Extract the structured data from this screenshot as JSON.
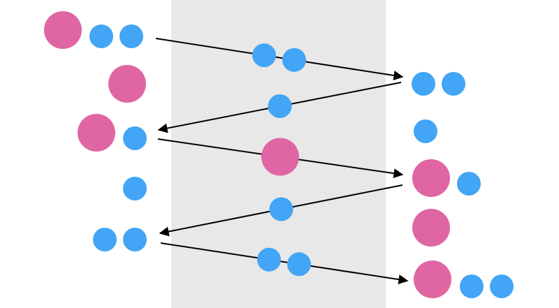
{
  "colors": {
    "background": "#ffffff",
    "middle_band": "#e8e8e8",
    "pink_ball": "#e066a3",
    "blue_ball": "#42a5f5",
    "arrow": "#000000"
  },
  "diagram": {
    "type": "ball-transfer zigzag",
    "regions": [
      "left",
      "middle",
      "right"
    ],
    "left_column": [
      {
        "pink": 1,
        "blue": 2
      },
      {
        "pink": 1,
        "blue": 0
      },
      {
        "pink": 1,
        "blue": 1
      },
      {
        "pink": 0,
        "blue": 1
      },
      {
        "pink": 0,
        "blue": 2
      }
    ],
    "right_column": [
      {
        "pink": 0,
        "blue": 2
      },
      {
        "pink": 0,
        "blue": 1
      },
      {
        "pink": 1,
        "blue": 1
      },
      {
        "pink": 1,
        "blue": 0
      },
      {
        "pink": 1,
        "blue": 2
      }
    ],
    "transfers": [
      {
        "direction": "left-to-right",
        "carried": {
          "pink": 0,
          "blue": 2
        }
      },
      {
        "direction": "right-to-left",
        "carried": {
          "pink": 0,
          "blue": 1
        }
      },
      {
        "direction": "left-to-right",
        "carried": {
          "pink": 1,
          "blue": 0
        }
      },
      {
        "direction": "right-to-left",
        "carried": {
          "pink": 0,
          "blue": 1
        }
      },
      {
        "direction": "left-to-right",
        "carried": {
          "pink": 0,
          "blue": 2
        }
      }
    ]
  }
}
